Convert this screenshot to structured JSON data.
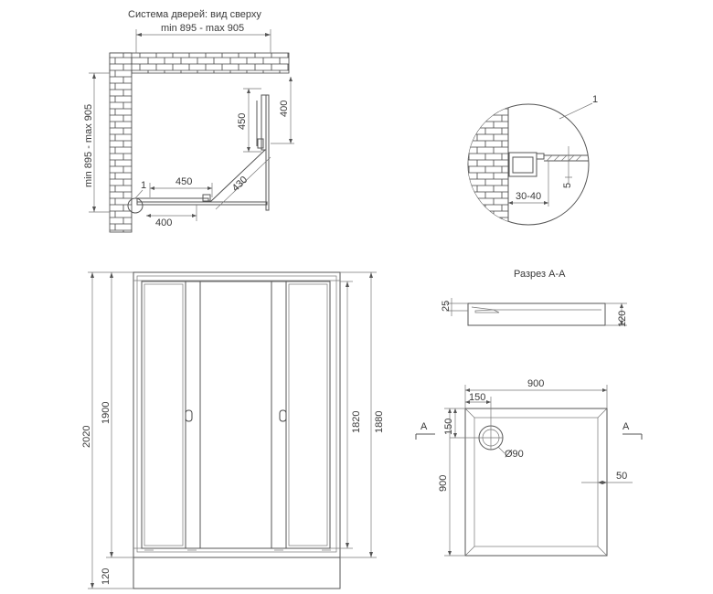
{
  "top_view": {
    "title": "Система дверей: вид сверху",
    "width_range": "min 895 - max 905",
    "depth_range": "min 895 - max 905",
    "dim_450_vertical": "450",
    "dim_400_vertical": "400",
    "dim_450_horizontal": "450",
    "dim_430_diagonal": "430",
    "dim_400_horizontal": "400",
    "callout": "1"
  },
  "detail": {
    "callout": "1",
    "dim_gap": "30-40",
    "dim_5": "5"
  },
  "front_view": {
    "dim_2020": "2020",
    "dim_1900": "1900",
    "dim_120": "120",
    "dim_1820": "1820",
    "dim_1880": "1880"
  },
  "section": {
    "title": "Разрез А-А",
    "dim_25": "25",
    "dim_120": "120"
  },
  "tray_plan": {
    "dim_900_top": "900",
    "dim_150_top": "150",
    "dim_150_side": "150",
    "dim_900_side": "900",
    "dim_50": "50",
    "drain": "Ø90",
    "cut_left": "А",
    "cut_right": "А"
  }
}
